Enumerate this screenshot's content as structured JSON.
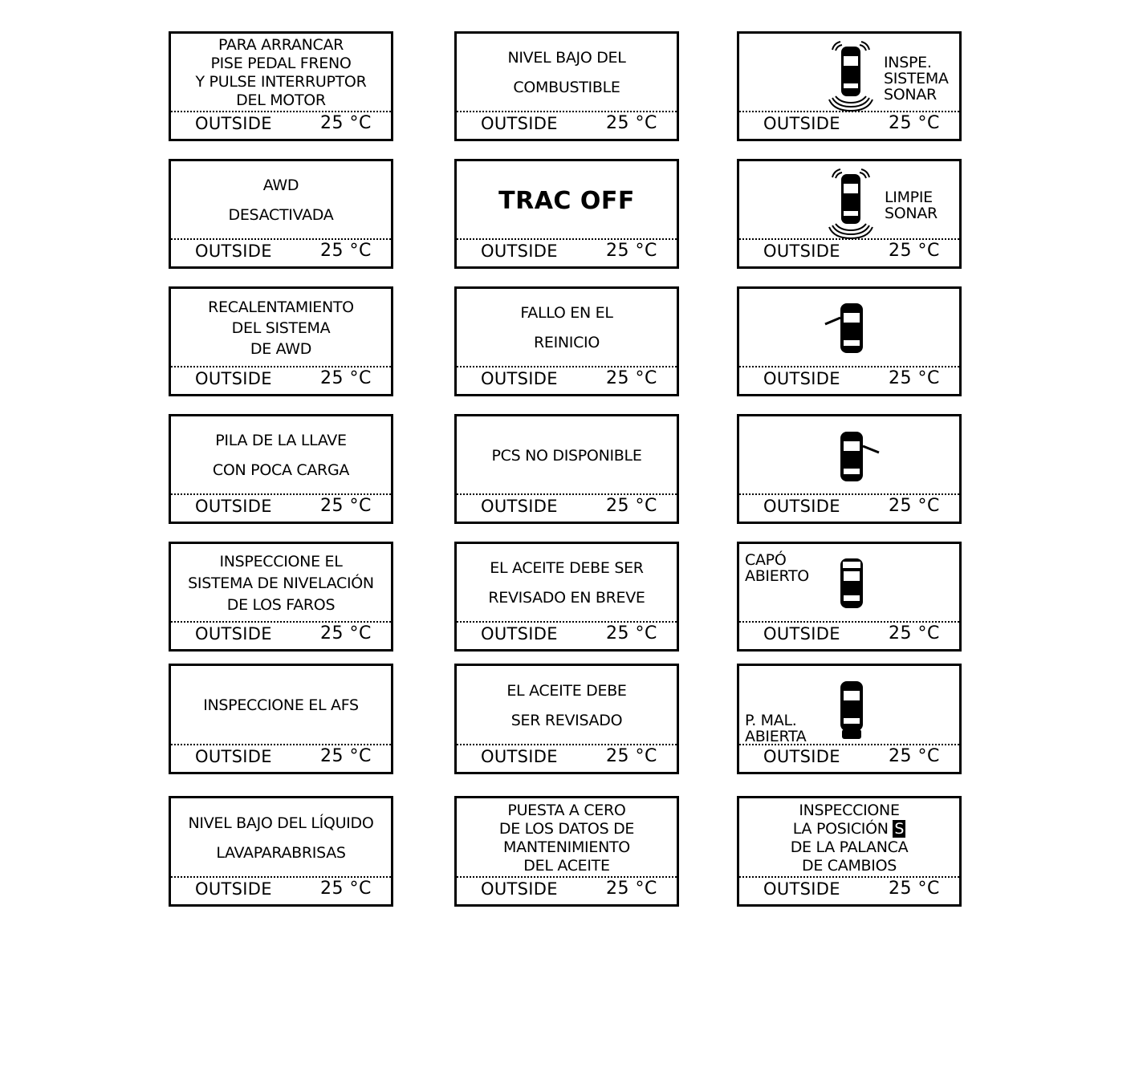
{
  "footer": {
    "label": "OUTSIDE",
    "temp": "25 °C"
  },
  "panels": {
    "p00": {
      "lines": [
        "PARA ARRANCAR",
        "PISE PEDAL FRENO",
        "Y PULSE INTERRUPTOR",
        "DEL MOTOR"
      ]
    },
    "p01": {
      "lines": [
        "NIVEL BAJO DEL",
        "COMBUSTIBLE"
      ]
    },
    "p02": {
      "lines": [
        "INSPE.",
        "SISTEMA",
        "SONAR"
      ],
      "icon": "sonar-car-icon"
    },
    "p10": {
      "lines": [
        "AWD",
        "DESACTIVADA"
      ]
    },
    "p11": {
      "lines": [
        "TRAC OFF"
      ]
    },
    "p12": {
      "lines": [
        "LIMPIE",
        "SONAR"
      ],
      "icon": "sonar-car-icon"
    },
    "p20": {
      "lines": [
        "RECALENTAMIENTO",
        "DEL SISTEMA",
        "DE AWD"
      ]
    },
    "p21": {
      "lines": [
        "FALLO EN EL",
        "REINICIO"
      ]
    },
    "p22": {
      "icon": "car-left-door-open-icon"
    },
    "p30": {
      "lines": [
        "PILA DE LA LLAVE",
        "CON POCA CARGA"
      ]
    },
    "p31": {
      "lines": [
        "PCS NO DISPONIBLE"
      ]
    },
    "p32": {
      "icon": "car-right-door-open-icon"
    },
    "p40": {
      "lines": [
        "INSPECCIONE EL",
        "SISTEMA DE NIVELACIÓN",
        "DE LOS FAROS"
      ]
    },
    "p41": {
      "lines": [
        "EL ACEITE DEBE SER",
        "REVISADO EN BREVE"
      ]
    },
    "p42": {
      "lines": [
        "CAPÓ",
        "ABIERTO"
      ],
      "icon": "car-hood-open-icon"
    },
    "p50": {
      "lines": [
        "INSPECCIONE EL AFS"
      ]
    },
    "p51": {
      "lines": [
        "EL ACEITE DEBE",
        "SER REVISADO"
      ]
    },
    "p52": {
      "lines": [
        "P. MAL.",
        "ABIERTA"
      ],
      "icon": "car-trunk-open-icon"
    },
    "p60": {
      "lines": [
        "NIVEL BAJO DEL LÍQUIDO",
        "LAVAPARABRISAS"
      ]
    },
    "p61": {
      "lines": [
        "PUESTA A CERO",
        "DE LOS DATOS DE",
        "MANTENIMIENTO",
        "DEL ACEITE"
      ]
    },
    "p62": {
      "lines": [
        "INSPECCIONE",
        "LA POSICIÓN",
        "S",
        "DE LA PALANCA",
        "DE CAMBIOS"
      ]
    }
  }
}
